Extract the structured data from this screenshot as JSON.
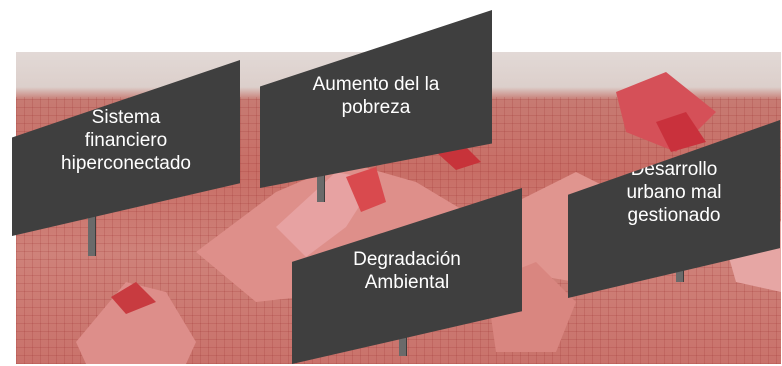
{
  "diagram": {
    "panels": [
      {
        "label": "Sistema\nfinanciero\nhiperconectado"
      },
      {
        "label": "Aumento del la\npobreza"
      },
      {
        "label": "Degradación\nAmbiental"
      },
      {
        "label": "Desarrollo\nurbano mal\ngestionado"
      }
    ],
    "colors": {
      "panel": "#3f3f3f",
      "panel_text": "#ffffff",
      "terrain": "#c86e66",
      "pole": "#6a6a6a"
    }
  }
}
